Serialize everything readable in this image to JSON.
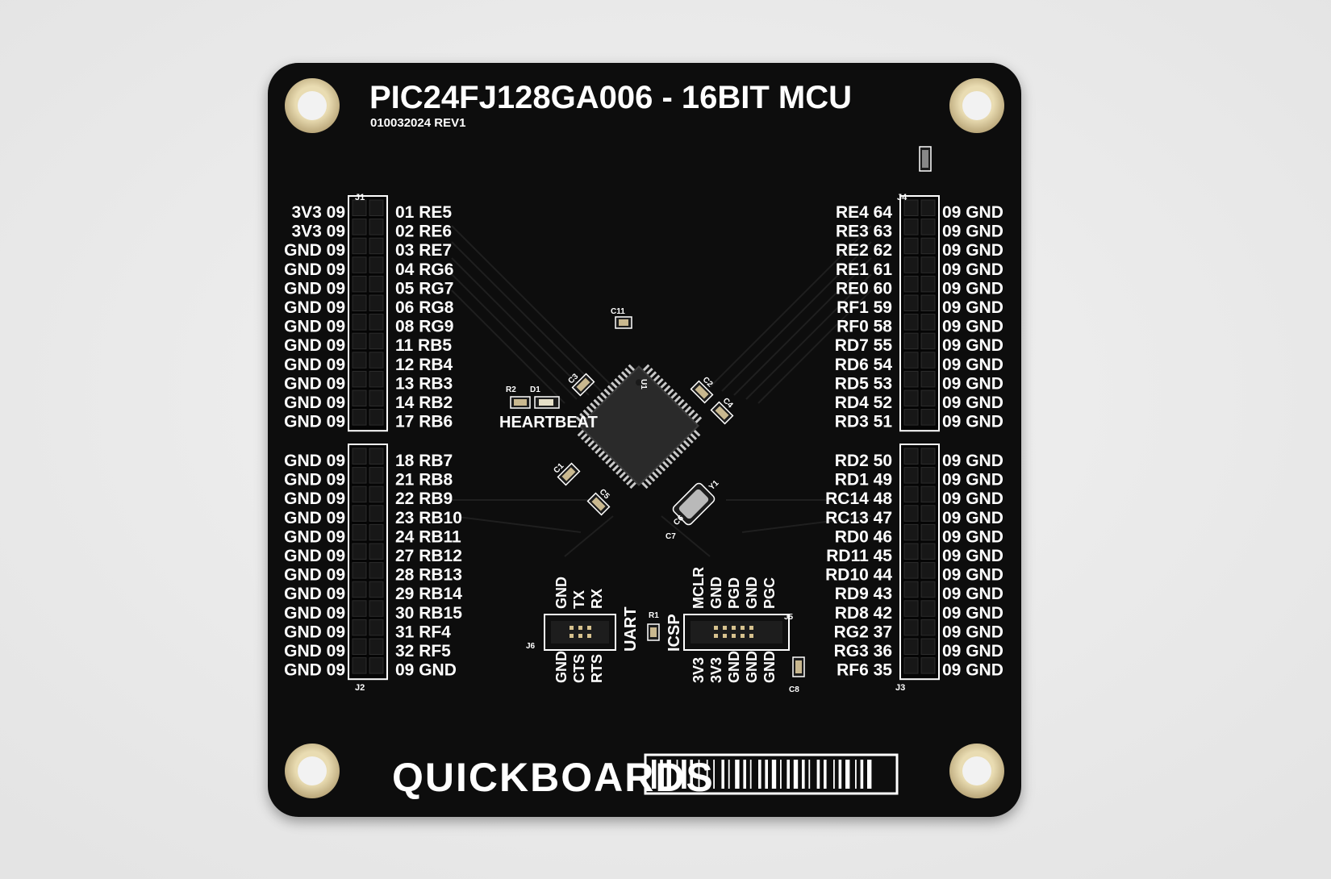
{
  "board": {
    "title": "PIC24FJ128GA006 - 16BIT MCU",
    "revision": "010032024 REV1",
    "brand": "QUICKBOARDS",
    "colors": {
      "pcb": "#0b0b0b",
      "silkscreen": "#ffffff",
      "pad": "#d8c79a",
      "background": "#ececec"
    }
  },
  "header_j1": {
    "ref": "J1",
    "left_labels": [
      "3V3 09",
      "3V3 09",
      "GND 09",
      "GND 09",
      "GND 09",
      "GND 09",
      "GND 09",
      "GND 09",
      "GND 09",
      "GND 09",
      "GND 09",
      "GND 09"
    ],
    "right_labels": [
      "01 RE5",
      "02 RE6",
      "03 RE7",
      "04 RG6",
      "05 RG7",
      "06 RG8",
      "08 RG9",
      "11 RB5",
      "12 RB4",
      "13 RB3",
      "14 RB2",
      "17 RB6"
    ]
  },
  "header_j2": {
    "ref": "J2",
    "left_labels": [
      "GND 09",
      "GND 09",
      "GND 09",
      "GND 09",
      "GND 09",
      "GND 09",
      "GND 09",
      "GND 09",
      "GND 09",
      "GND 09",
      "GND 09",
      "GND 09"
    ],
    "right_labels": [
      "18 RB7",
      "21 RB8",
      "22 RB9",
      "23 RB10",
      "24 RB11",
      "27 RB12",
      "28 RB13",
      "29 RB14",
      "30 RB15",
      "31 RF4",
      "32 RF5",
      "09 GND"
    ]
  },
  "header_j4": {
    "ref": "J4",
    "left_labels": [
      "RE4 64",
      "RE3 63",
      "RE2 62",
      "RE1 61",
      "RE0 60",
      "RF1 59",
      "RF0 58",
      "RD7 55",
      "RD6 54",
      "RD5 53",
      "RD4 52",
      "RD3 51"
    ],
    "right_labels": [
      "09 GND",
      "09 GND",
      "09 GND",
      "09 GND",
      "09 GND",
      "09 GND",
      "09 GND",
      "09 GND",
      "09 GND",
      "09 GND",
      "09 GND",
      "09 GND"
    ]
  },
  "header_j3": {
    "ref": "J3",
    "left_labels": [
      "RD2 50",
      "RD1 49",
      "RC14 48",
      "RC13 47",
      "RD0 46",
      "RD11 45",
      "RD10 44",
      "RD9 43",
      "RD8 42",
      "RG2 37",
      "RG3 36",
      "RF6 35"
    ],
    "right_labels": [
      "09 GND",
      "09 GND",
      "09 GND",
      "09 GND",
      "09 GND",
      "09 GND",
      "09 GND",
      "09 GND",
      "09 GND",
      "09 GND",
      "09 GND",
      "09 GND"
    ]
  },
  "uart": {
    "ref": "J6",
    "name": "UART",
    "top_pins": [
      "GND",
      "TX",
      "RX"
    ],
    "bottom_pins": [
      "GND",
      "CTS",
      "RTS"
    ]
  },
  "icsp": {
    "ref": "J5",
    "name": "ICSP",
    "top_pins": [
      "MCLR",
      "GND",
      "PGD",
      "GND",
      "PGC"
    ],
    "bottom_pins": [
      "3V3",
      "3V3",
      "GND",
      "GND",
      "GND"
    ]
  },
  "components": {
    "heartbeat": "HEARTBEAT",
    "refs": [
      "C11",
      "R2",
      "D1",
      "C3",
      "U1",
      "C2",
      "C4",
      "C1",
      "C5",
      "C6",
      "C7",
      "Y1",
      "R1",
      "C8"
    ]
  }
}
